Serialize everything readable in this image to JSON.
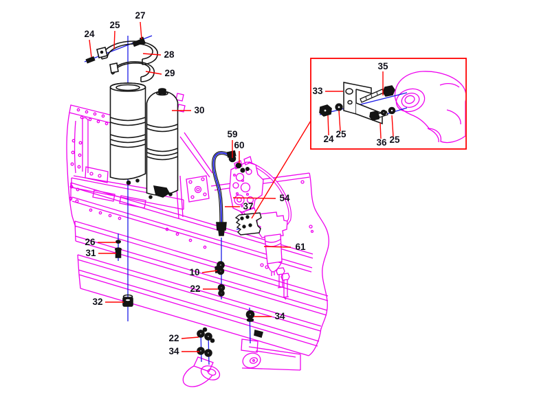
{
  "diagram": {
    "type": "exploded-parts-diagram",
    "background": "#ffffff",
    "colors": {
      "frame_magenta": "#ee00ee",
      "part_black": "#141414",
      "leader_red": "#ff0000",
      "axis_blue": "#1a1ae6",
      "label_text": "#10101a",
      "inset_border": "#ff0000"
    },
    "callouts": {
      "main": [
        {
          "label": "27"
        },
        {
          "label": "25"
        },
        {
          "label": "24"
        },
        {
          "label": "28"
        },
        {
          "label": "29"
        },
        {
          "label": "30"
        },
        {
          "label": "59"
        },
        {
          "label": "60"
        },
        {
          "label": "37"
        },
        {
          "label": "54"
        },
        {
          "label": "26"
        },
        {
          "label": "31"
        },
        {
          "label": "10"
        },
        {
          "label": "22"
        },
        {
          "label": "32"
        },
        {
          "label": "34"
        },
        {
          "label": "22"
        },
        {
          "label": "34"
        },
        {
          "label": "61"
        }
      ],
      "inset": [
        {
          "label": "35"
        },
        {
          "label": "33"
        },
        {
          "label": "24"
        },
        {
          "label": "25"
        },
        {
          "label": "36"
        },
        {
          "label": "25"
        }
      ]
    }
  }
}
